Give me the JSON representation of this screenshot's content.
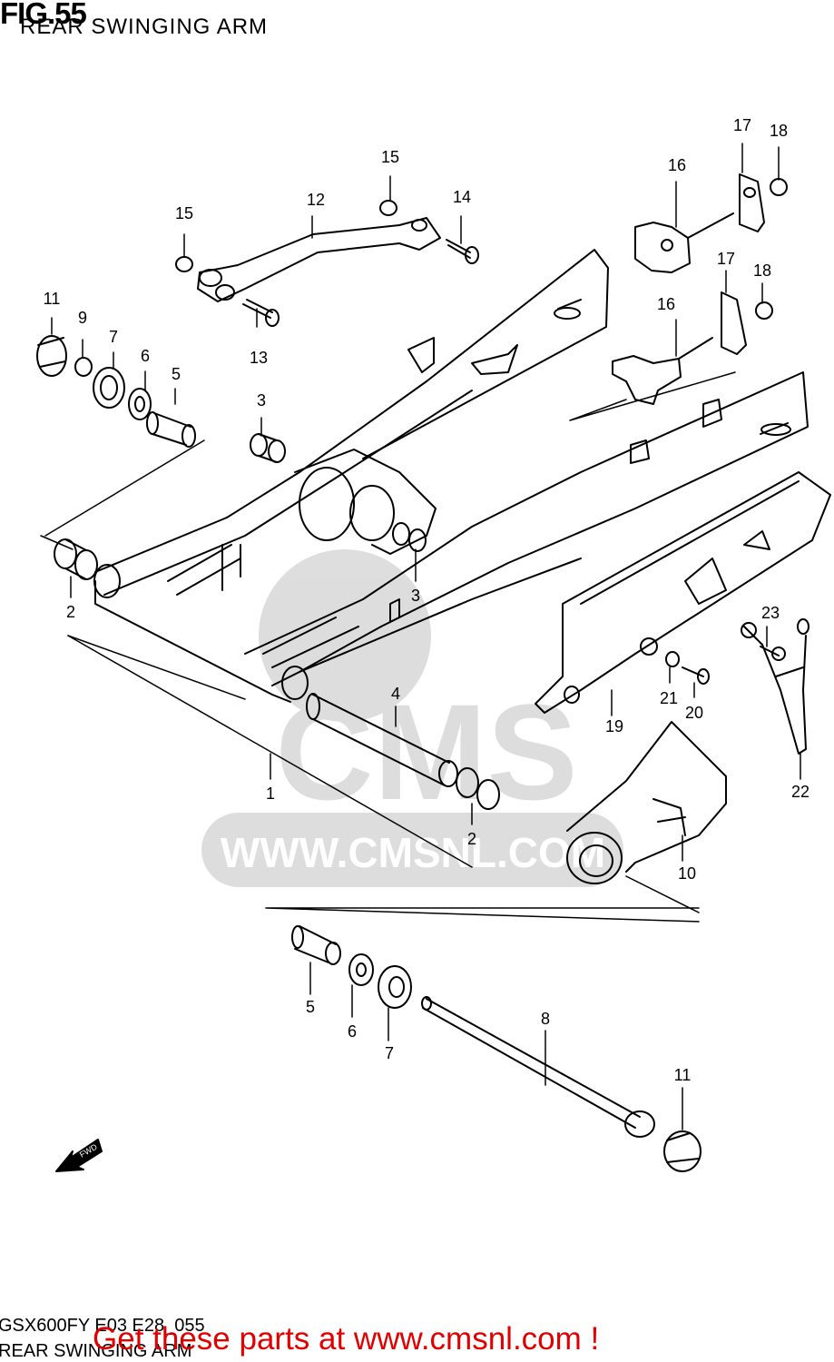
{
  "header": {
    "figure": "FIG.55",
    "title": "REAR SWINGING ARM"
  },
  "footer": {
    "model_code": "GSX600FY E03 E28_055",
    "section_name": "REAR SWINGING ARM",
    "promo": "Get these parts at www.cmsnl.com !"
  },
  "watermark": {
    "logo": "CMS",
    "url": "WWW.CMSNL.COM"
  },
  "direction_marker": "FWD",
  "part_labels": [
    {
      "id": "l1",
      "text": "1"
    },
    {
      "id": "l2a",
      "text": "2"
    },
    {
      "id": "l2b",
      "text": "2"
    },
    {
      "id": "l3a",
      "text": "3"
    },
    {
      "id": "l3b",
      "text": "3"
    },
    {
      "id": "l4",
      "text": "4"
    },
    {
      "id": "l5a",
      "text": "5"
    },
    {
      "id": "l5b",
      "text": "5"
    },
    {
      "id": "l6a",
      "text": "6"
    },
    {
      "id": "l6b",
      "text": "6"
    },
    {
      "id": "l7a",
      "text": "7"
    },
    {
      "id": "l7b",
      "text": "7"
    },
    {
      "id": "l8",
      "text": "8"
    },
    {
      "id": "l9",
      "text": "9"
    },
    {
      "id": "l10",
      "text": "10"
    },
    {
      "id": "l11a",
      "text": "11"
    },
    {
      "id": "l11b",
      "text": "11"
    },
    {
      "id": "l12",
      "text": "12"
    },
    {
      "id": "l13",
      "text": "13"
    },
    {
      "id": "l14",
      "text": "14"
    },
    {
      "id": "l15a",
      "text": "15"
    },
    {
      "id": "l15b",
      "text": "15"
    },
    {
      "id": "l16a",
      "text": "16"
    },
    {
      "id": "l16b",
      "text": "16"
    },
    {
      "id": "l17a",
      "text": "17"
    },
    {
      "id": "l17b",
      "text": "17"
    },
    {
      "id": "l18a",
      "text": "18"
    },
    {
      "id": "l18b",
      "text": "18"
    },
    {
      "id": "l19",
      "text": "19"
    },
    {
      "id": "l20",
      "text": "20"
    },
    {
      "id": "l21",
      "text": "21"
    },
    {
      "id": "l22",
      "text": "22"
    },
    {
      "id": "l23",
      "text": "23"
    }
  ]
}
